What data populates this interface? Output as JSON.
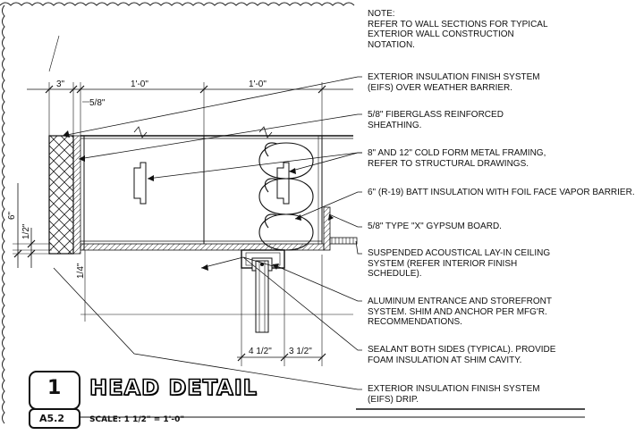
{
  "notes": [
    {
      "id": "general",
      "text": "NOTE:\nREFER TO WALL SECTIONS FOR TYPICAL\nEXTERIOR WALL CONSTRUCTION\nNOTATION."
    },
    {
      "id": "eifs",
      "text": "EXTERIOR INSULATION FINISH SYSTEM\n(EIFS) OVER WEATHER BARRIER."
    },
    {
      "id": "sheathing",
      "text": "5/8\" FIBERGLASS REINFORCED\nSHEATHING."
    },
    {
      "id": "framing",
      "text": "8\" AND 12\" COLD FORM METAL FRAMING,\nREFER TO STRUCTURAL DRAWINGS."
    },
    {
      "id": "batt",
      "text": "6\" (R-19) BATT INSULATION WITH FOIL FACE\nVAPOR BARRIER."
    },
    {
      "id": "gypsum",
      "text": "5/8\" TYPE \"X\" GYPSUM BOARD."
    },
    {
      "id": "ceiling",
      "text": "SUSPENDED ACOUSTICAL LAY-IN CEILING\nSYSTEM (REFER INTERIOR FINISH\nSCHEDULE)."
    },
    {
      "id": "storefront",
      "text": "ALUMINUM ENTRANCE AND STOREFRONT\nSYSTEM. SHIM AND ANCHOR PER MFG'R.\nRECOMMENDATIONS."
    },
    {
      "id": "sealant",
      "text": "SEALANT BOTH SIDES (TYPICAL). PROVIDE\nFOAM INSULATION AT SHIM CAVITY."
    },
    {
      "id": "drip",
      "text": "EXTERIOR INSULATION FINISH SYSTEM\n(EIFS) DRIP."
    }
  ],
  "dimensions": {
    "eifs_thickness": "3\"",
    "sheathing_thickness": "5/8\"",
    "framing_width_1": "1'-0\"",
    "framing_width_2": "1'-0\"",
    "vertical_6": "6\"",
    "vertical_half": "1/2\"",
    "vertical_quarter": "1/4\"",
    "frame_width_1": "4 1/2\"",
    "frame_width_2": "3 1/2\""
  },
  "title": {
    "detail_number": "1",
    "detail_name": "HEAD DETAIL",
    "sheet": "A5.2",
    "scale": "SCALE: 1 1/2\" = 1'-0\""
  }
}
